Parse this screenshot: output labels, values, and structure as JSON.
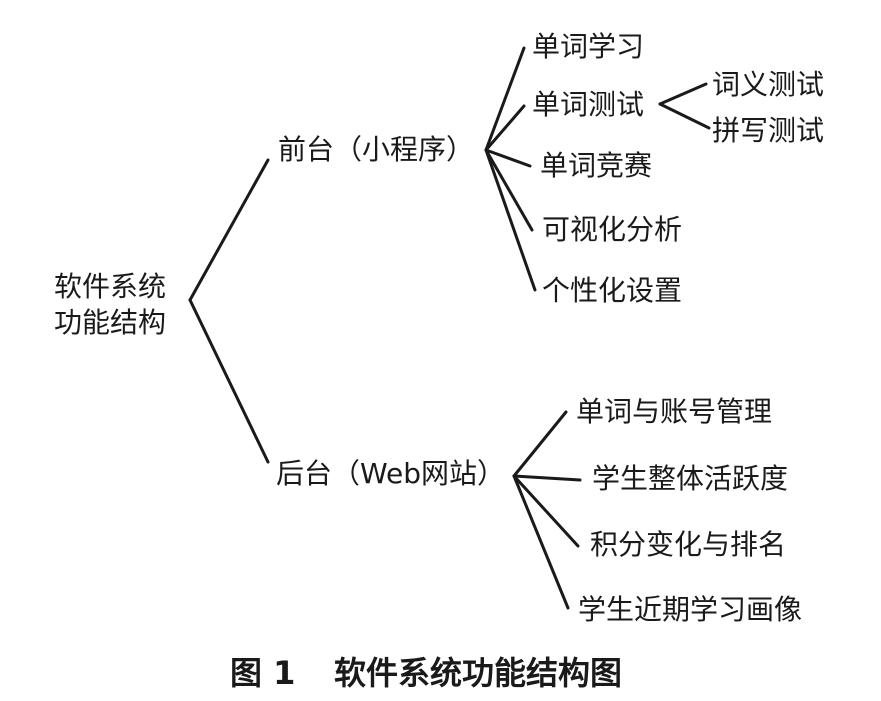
{
  "root": {
    "label_line1": "软件系统",
    "label_line2": "功能结构"
  },
  "frontend": {
    "label": "前台（小程序）",
    "children": [
      "单词学习",
      "单词测试",
      "单词竞赛",
      "可视化分析",
      "个性化设置"
    ],
    "test_children": [
      "词义测试",
      "拼写测试"
    ]
  },
  "backend": {
    "label": "后台（Web网站）",
    "children": [
      "单词与账号管理",
      "学生整体活跃度",
      "积分变化与排名",
      "学生近期学习画像"
    ]
  },
  "caption": {
    "figure_number": "图 1",
    "title": "软件系统功能结构图"
  }
}
